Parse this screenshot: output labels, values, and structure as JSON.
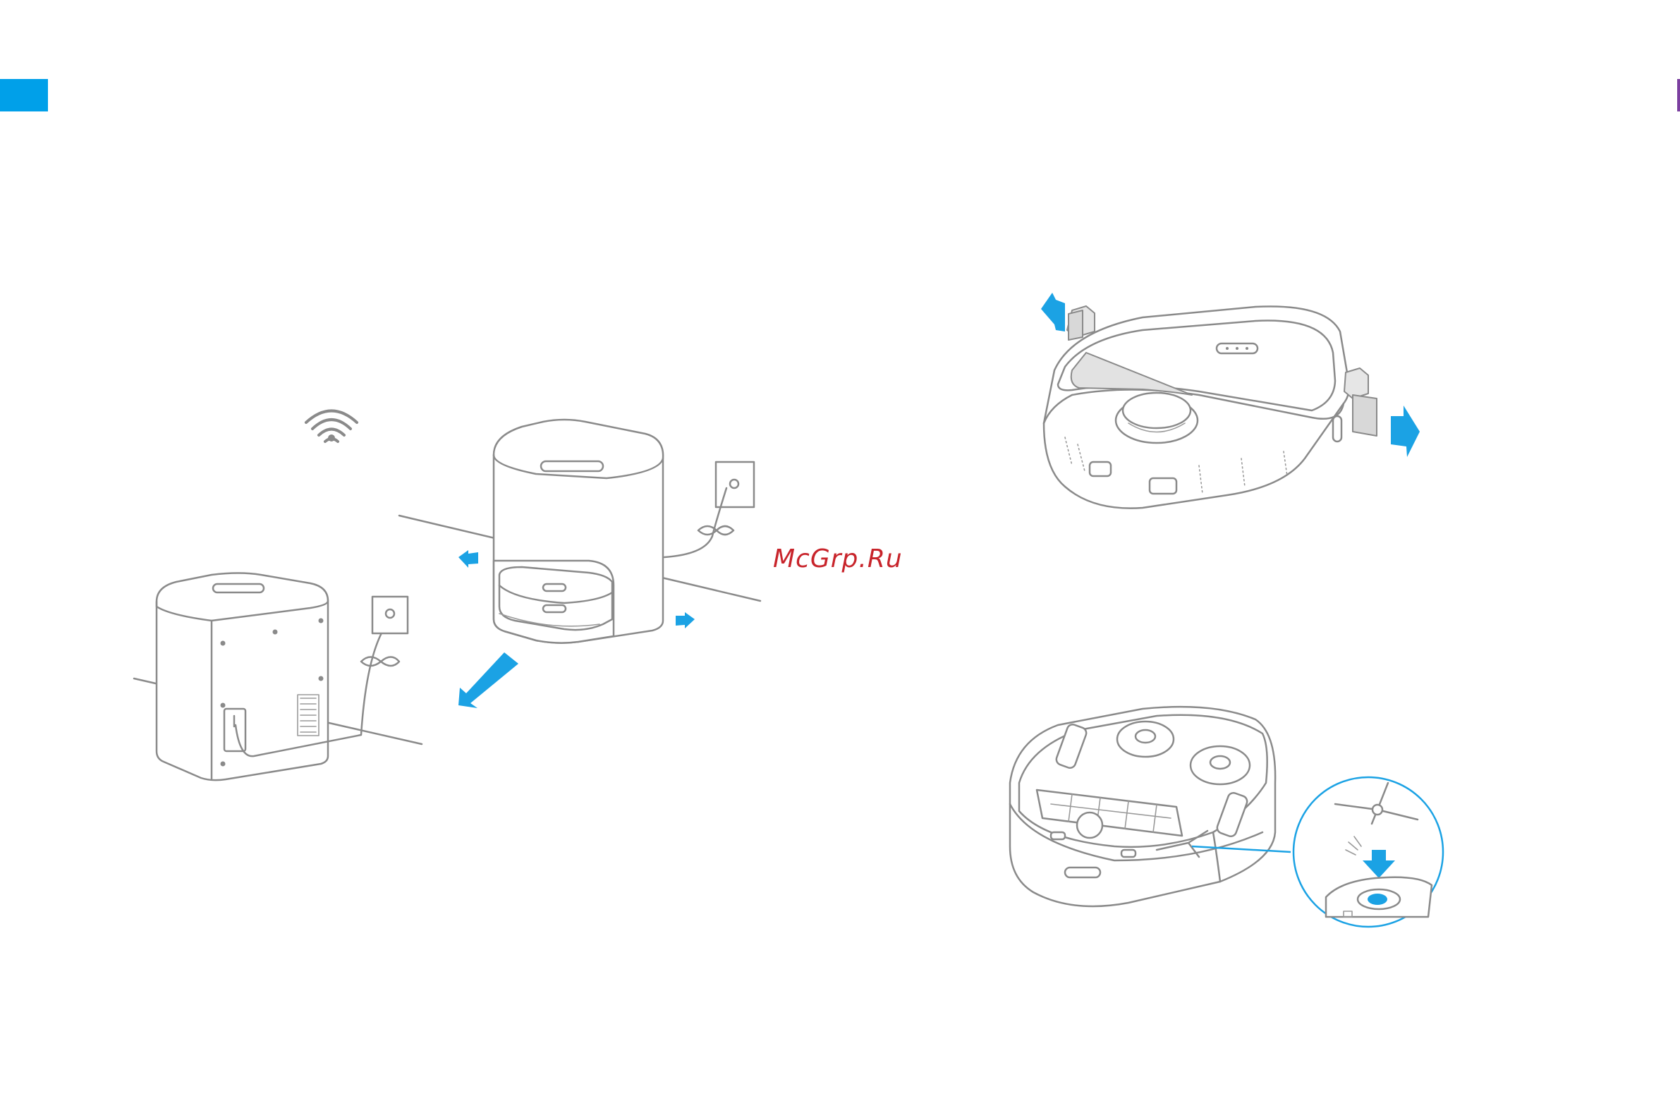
{
  "watermark": {
    "text": "McGrp.Ru"
  },
  "colors": {
    "accent": "#00a0e9",
    "arrow": "#1ba2e4",
    "watermark": "#c8242b",
    "line": "#8a8a8a"
  },
  "figures": [
    {
      "name": "station-placement",
      "icons": [
        "wifi-icon",
        "wall-socket-icon",
        "direction-arrow-icon"
      ]
    },
    {
      "name": "remove-bumper-protectors",
      "icons": [
        "direction-arrow-icon"
      ]
    },
    {
      "name": "install-side-brush",
      "icons": [
        "side-brush-icon",
        "direction-arrow-icon"
      ]
    }
  ]
}
